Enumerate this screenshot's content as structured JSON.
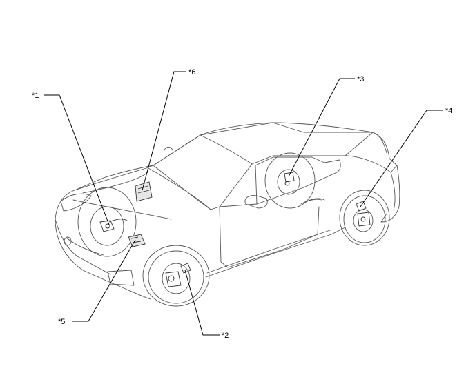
{
  "callouts": [
    {
      "id": "1",
      "label": "*1"
    },
    {
      "id": "2",
      "label": "*2"
    },
    {
      "id": "3",
      "label": "*3"
    },
    {
      "id": "4",
      "label": "*4"
    },
    {
      "id": "5",
      "label": "*5"
    },
    {
      "id": "6",
      "label": "*6"
    }
  ]
}
